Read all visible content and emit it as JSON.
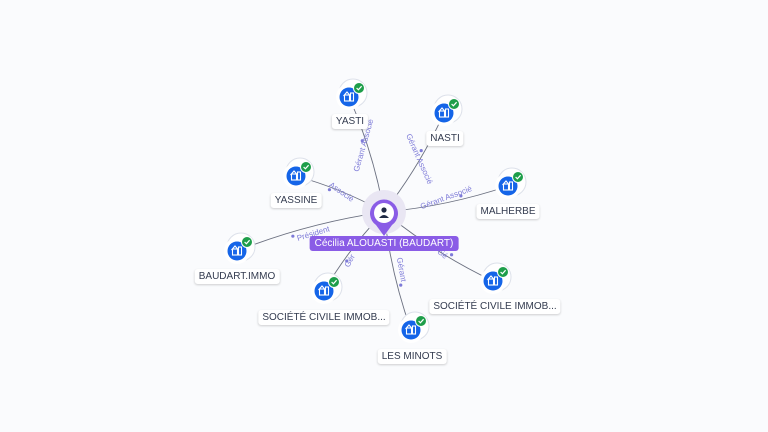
{
  "person": {
    "name": "Cécilia ALOUASTI (BAUDART)",
    "icon": "person-icon"
  },
  "companies": [
    {
      "id": "yasti",
      "label": "YASTI",
      "relation": "Gérant Associé",
      "icon": "building-icon",
      "status": "check-badge-icon"
    },
    {
      "id": "nasti",
      "label": "NASTI",
      "relation": "Gérant Associé",
      "icon": "building-icon",
      "status": "check-badge-icon"
    },
    {
      "id": "yassine",
      "label": "YASSINE",
      "relation": "Associé",
      "icon": "building-icon",
      "status": "check-badge-icon"
    },
    {
      "id": "malherbe",
      "label": "MALHERBE",
      "relation": "Gérant Associé",
      "icon": "building-icon",
      "status": "check-badge-icon"
    },
    {
      "id": "baudart-immo",
      "label": "BAUDART.IMMO",
      "relation": "Président",
      "icon": "building-icon",
      "status": "check-badge-icon"
    },
    {
      "id": "sci-left",
      "label": "SOCIÉTÉ CIVILE IMMOB...",
      "relation": "Gér",
      "icon": "building-icon",
      "status": "check-badge-icon"
    },
    {
      "id": "sci-right",
      "label": "SOCIÉTÉ CIVILE IMMOB...",
      "relation": "cié",
      "icon": "building-icon",
      "status": "check-badge-icon"
    },
    {
      "id": "les-minots",
      "label": "LES MINOTS",
      "relation": "Gérant",
      "icon": "building-icon",
      "status": "check-badge-icon"
    }
  ],
  "colors": {
    "accent": "#8a5ce6",
    "node": "#1565e8",
    "check": "#1e9e4a",
    "edge": "#6b7080",
    "edgeLabel": "#7e7bd8"
  }
}
